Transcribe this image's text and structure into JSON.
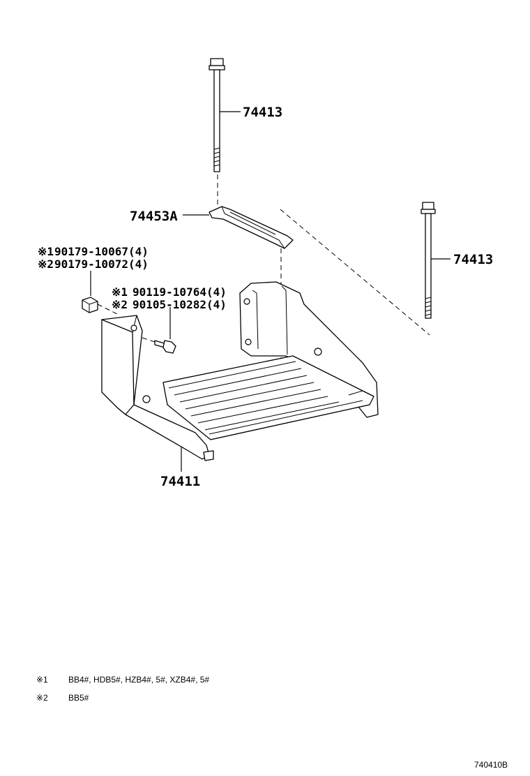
{
  "callouts": {
    "bolt_top": "74413",
    "bolt_right": "74413",
    "clamp": "74453A",
    "tray": "74411",
    "nut_line1_mark": "※1",
    "nut_line1_part": "90179-10067(4)",
    "nut_line2_mark": "※2",
    "nut_line2_part": "90179-10072(4)",
    "bolt_line1_mark": "※1",
    "bolt_line1_part": "90119-10764(4)",
    "bolt_line2_mark": "※2",
    "bolt_line2_part": "90105-10282(4)"
  },
  "notes": [
    {
      "mark": "※1",
      "text": "BB4#, HDB5#, HZB4#, 5#, XZB4#, 5#"
    },
    {
      "mark": "※2",
      "text": "BB5#"
    }
  ],
  "diagram_id": "740410B"
}
